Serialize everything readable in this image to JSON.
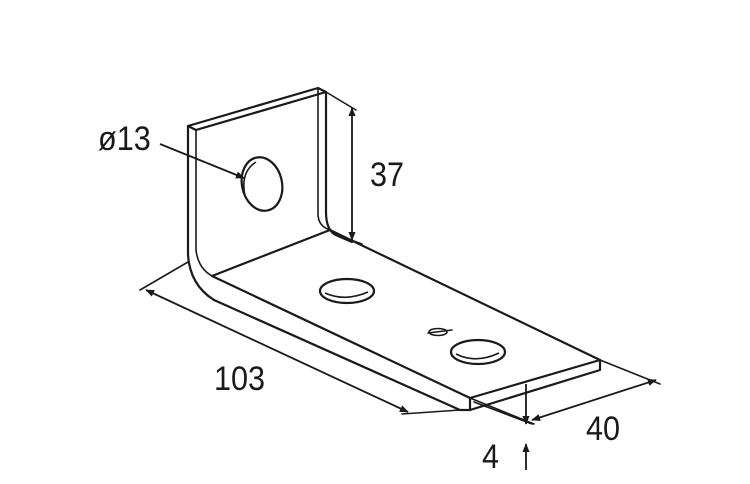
{
  "dimensions": {
    "hole_diameter": "ø13",
    "height": "37",
    "length": "103",
    "width": "40",
    "thickness": "4"
  },
  "colors": {
    "line": "#1a1a1a",
    "background": "#ffffff"
  }
}
